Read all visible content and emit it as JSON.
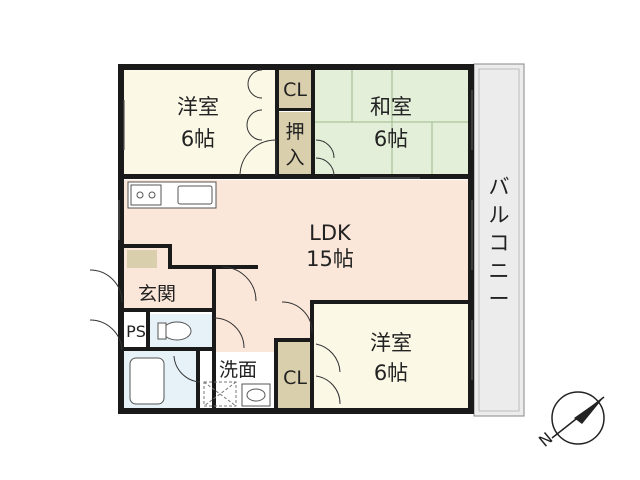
{
  "rooms": {
    "western_nw": {
      "name": "洋室",
      "size": "6帖"
    },
    "japanese": {
      "name": "和室",
      "size": "6帖"
    },
    "ldk": {
      "name": "LDK",
      "size": "15帖"
    },
    "western_se": {
      "name": "洋室",
      "size": "6帖"
    },
    "entrance": {
      "name": "玄関"
    },
    "washroom": {
      "name": "洗面"
    },
    "ps": {
      "name": "PS"
    },
    "closet_top": {
      "name": "CL"
    },
    "closet_bottom": {
      "name": "CL"
    },
    "oshiire_chars": [
      "押",
      "入"
    ],
    "balcony_chars": [
      "バ",
      "ル",
      "コ",
      "ニ",
      "ー"
    ]
  },
  "compass": {
    "label": "N"
  },
  "colors": {
    "western_room": "#fbf8e6",
    "japanese_room": "#e3efd8",
    "ldk": "#fbe7da",
    "closet": "#d9cfac",
    "bath": "#e6f2f8",
    "balcony": "#ececec",
    "wall": "#1a1a1a"
  }
}
